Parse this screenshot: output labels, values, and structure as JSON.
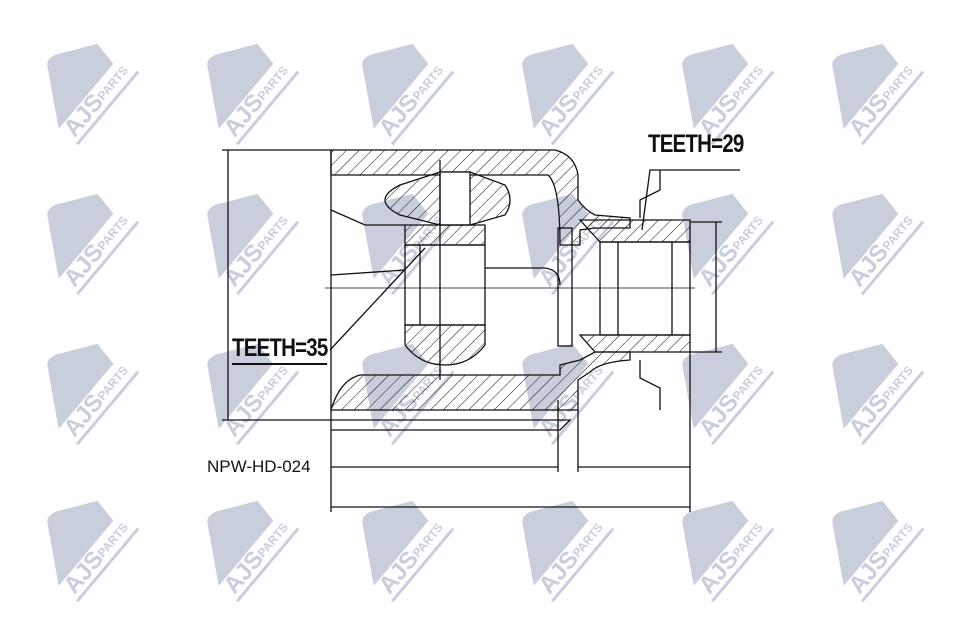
{
  "watermark": {
    "brand": "AJS",
    "sub": "PARTS",
    "color": "#c9cedd"
  },
  "drawing": {
    "part_number": "NPW-HD-024",
    "teeth_inner": "TEETH=35",
    "teeth_outer": "TEETH=29",
    "line_color": "#111111"
  }
}
